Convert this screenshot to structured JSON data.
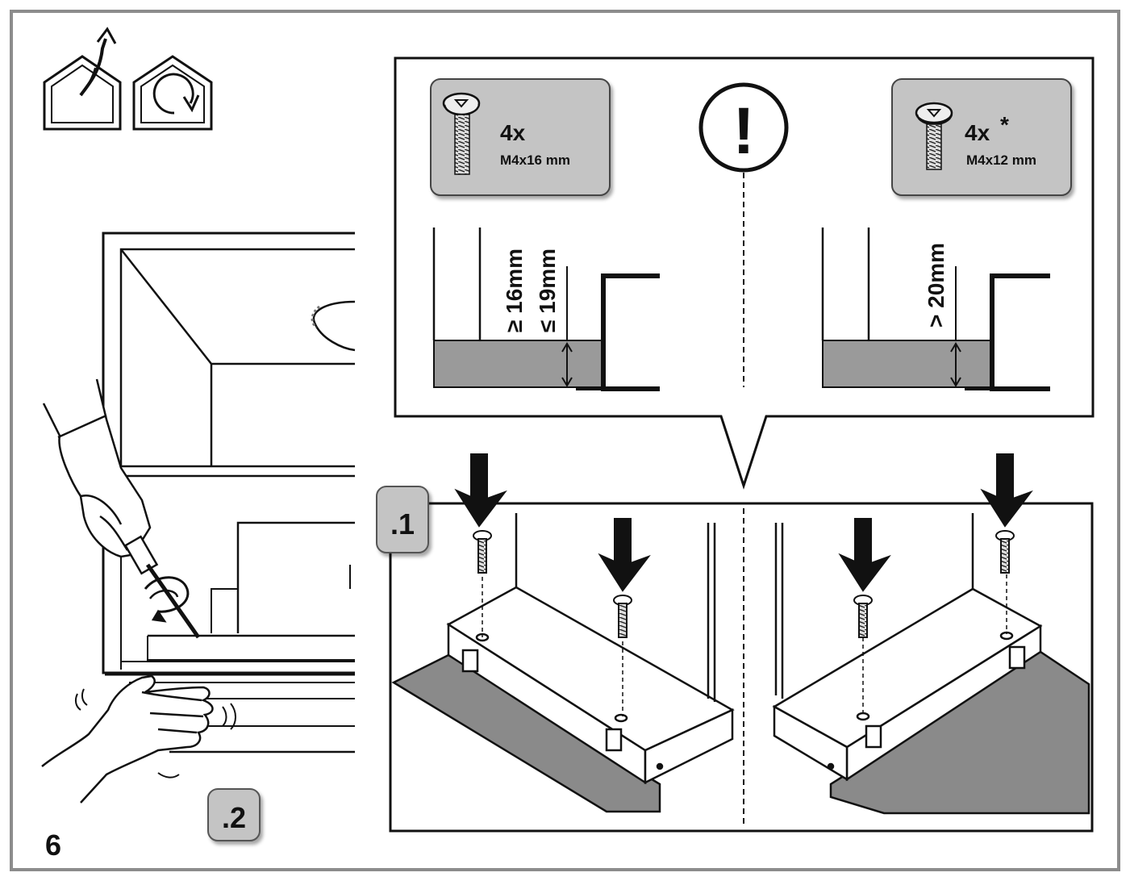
{
  "step_number": "6",
  "substeps": {
    "first": ".1",
    "second": ".2"
  },
  "screws": {
    "left": {
      "quantity": "4x",
      "size": "M4x16 mm"
    },
    "right": {
      "quantity": "4x",
      "asterisk": "*",
      "size": "M4x12 mm"
    }
  },
  "warning_symbol": "!",
  "measurements": {
    "left_min": "≥ 16mm",
    "left_max": "≤ 19mm",
    "right_min": "> 20mm"
  },
  "icons": [
    "house-exhaust-icon",
    "house-recirculation-icon",
    "warning-icon",
    "screw-icon",
    "arrow-down-icon",
    "screwdriver-icon",
    "hands-icon"
  ],
  "colors": {
    "frame": "#8c8c8c",
    "badge_fill": "#c4c4c4",
    "shelf_gray": "#9a9a9a",
    "floor_gray": "#8a8a8a",
    "ink": "#111111"
  }
}
